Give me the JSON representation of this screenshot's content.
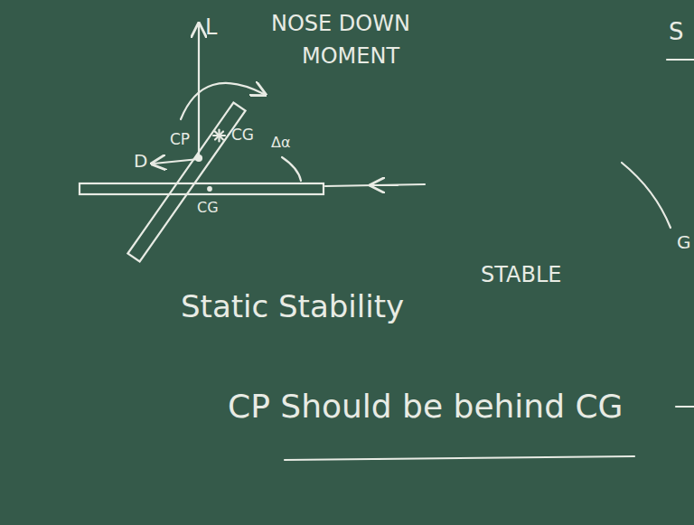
{
  "diagram": {
    "labels": [
      "L",
      "NOSE DOWN",
      "MOMENT",
      "CP",
      "CG",
      "Δα",
      "D",
      "CG",
      "Static Stability",
      "STABLE",
      "CP Should be behind CG",
      "S",
      "G"
    ]
  }
}
